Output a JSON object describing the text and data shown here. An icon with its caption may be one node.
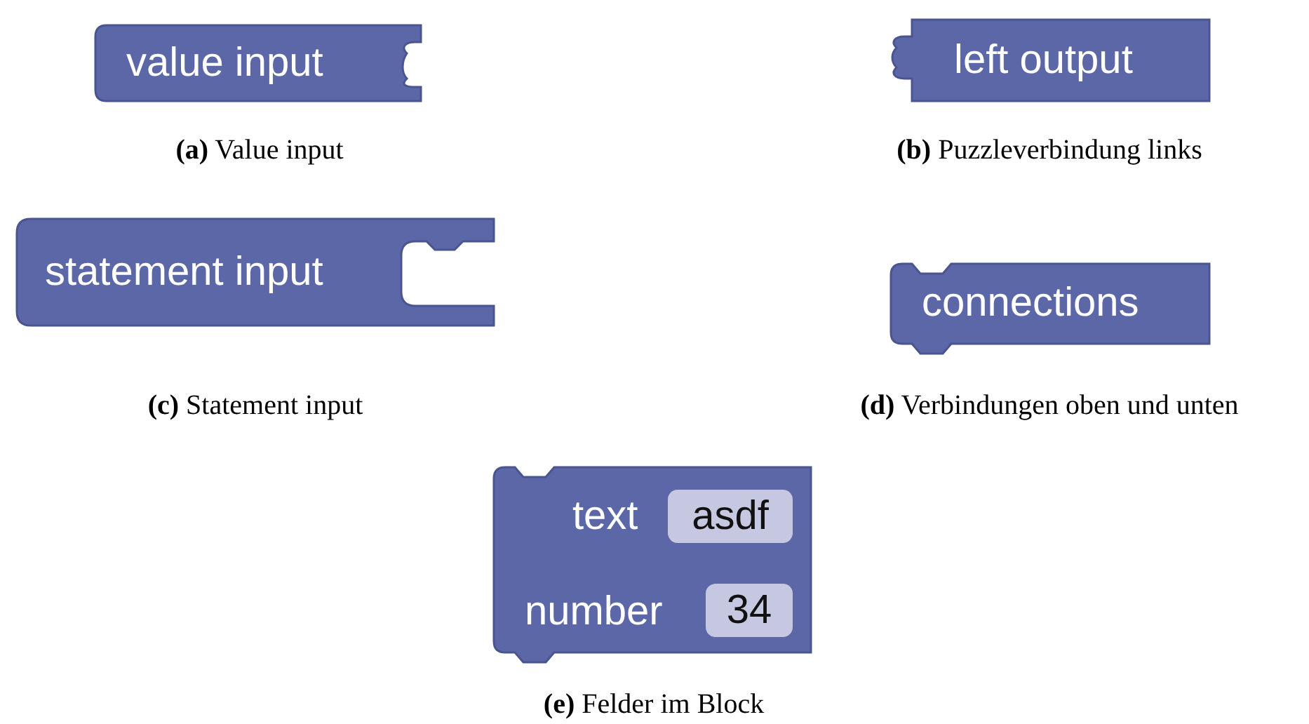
{
  "diagram": {
    "nodes": [
      {
        "text": [
          "value input"
        ],
        "beside": [
          "**(a)** Value input"
        ]
      },
      {
        "text": [
          "left output"
        ],
        "beside": [
          "**(b)** Puzzleverbindung links"
        ]
      },
      {
        "text": [
          "statement input"
        ],
        "beside": [
          "**(c)** Statement input"
        ]
      },
      {
        "text": [
          "connections"
        ],
        "beside": [
          "**(d)** Verbindungen oben und unten"
        ]
      },
      {
        "text": [
          "text",
          "number"
        ],
        "beside": [
          "**(e)** Felder im Block"
        ]
      },
      {
        "text": [
          "asdf"
        ],
        "in": 4
      },
      {
        "text": [
          "34"
        ],
        "in": 4
      }
    ],
    "edges": []
  }
}
